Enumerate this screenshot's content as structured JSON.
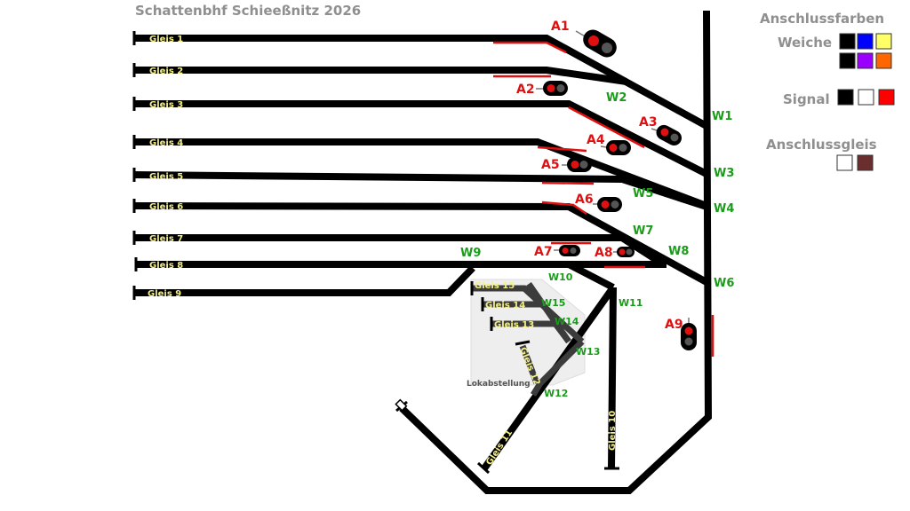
{
  "title": "Schattenbhf Schieeßnitz 2026",
  "tracks": {
    "gleis_1": "Gleis 1",
    "gleis_2": "Gleis 2",
    "gleis_3": "Gleis 3",
    "gleis_4": "Gleis 4",
    "gleis_5": "Gleis 5",
    "gleis_6": "Gleis 6",
    "gleis_7": "Gleis 7",
    "gleis_8": "Gleis 8",
    "gleis_9": "Gleis 9",
    "gleis_10": "Gleis 10",
    "gleis_11": "Gleis 11",
    "gleis_12": "Gleis 12",
    "gleis_13": "Gleis 13",
    "gleis_14": "Gleis 14",
    "gleis_15": "Gleis 15"
  },
  "switches": {
    "w1": "W1",
    "w2": "W2",
    "w3": "W3",
    "w4": "W4",
    "w5": "W5",
    "w6": "W6",
    "w7": "W7",
    "w8": "W8",
    "w9": "W9",
    "w10": "W10",
    "w11": "W11",
    "w12": "W12",
    "w13": "W13",
    "w14": "W14",
    "w15": "W15"
  },
  "signals": {
    "a1": "A1",
    "a2": "A2",
    "a3": "A3",
    "a4": "A4",
    "a5": "A5",
    "a6": "A6",
    "a7": "A7",
    "a8": "A8",
    "a9": "A9"
  },
  "area": {
    "lokabstellung": "Lokabstellung"
  },
  "legend": {
    "header": "Anschlussfarben",
    "weiche": "Weiche",
    "signal": "Signal",
    "anschlussgleis": "Anschlussgleis",
    "weiche_colors": [
      "#000000",
      "#0000ff",
      "#ffff66",
      "#000000",
      "#9900ff",
      "#ff6600"
    ],
    "signal_colors": [
      "#000000",
      "#ffffff",
      "#ff0000"
    ],
    "anschlussgleis_colors": [
      "#ffffff",
      "#6b2e2e"
    ]
  },
  "colors": {
    "track": "#000000",
    "switch_label": "#1a9c1a",
    "signal_label": "#e01010",
    "track_label": "#f3f08a"
  }
}
